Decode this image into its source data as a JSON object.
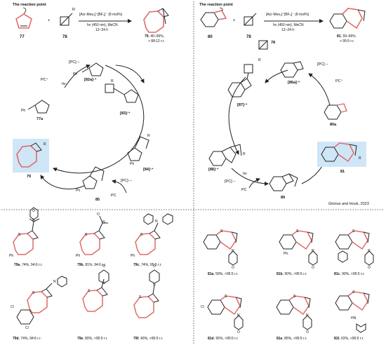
{
  "left_panel": {
    "header": "The reaction point",
    "reagent_r_label": "R",
    "compound_labels": {
      "start": "77",
      "bicyclo": "78",
      "product": "79"
    },
    "conditions": {
      "catalyst": "[Acr-Mes₂]⁺[BF₄]⁻ (8 mol%)",
      "light_solvent": "hv (450 nm), MeCN",
      "time": "12–24 h"
    },
    "yield_summary": {
      "id": "79",
      "text": ", 40–96%,",
      "rr": "> 88:12 r.r."
    },
    "cycle": {
      "pc_plus": "PC⁺",
      "hv": "hv",
      "pc_rad": "[PC]·−",
      "pc_rad2": "[PC]·−",
      "pc": "PC",
      "s77a": "77a",
      "i82a": "[82a]·⁺",
      "i83": "[83]·⁺",
      "i84": "[84]·⁺",
      "i85": "85",
      "p79": "79",
      "ph": "Ph",
      "ph2": "Ph",
      "ph3": "Ph",
      "ph4": "Ph",
      "r": "R",
      "r2": "R",
      "r3": "R"
    }
  },
  "right_panel": {
    "header": "The reaction point",
    "compound_labels": {
      "start": "80",
      "bicyclo": "78",
      "product": "81"
    },
    "conditions": {
      "catalyst": "[Acr-Mes₂]⁺[BF₄]⁻ (8 mol%)",
      "light_solvent": "hv (450 nm), MeCN",
      "time": "12–24 h"
    },
    "yield_summary": {
      "id": "81",
      "text": ", 59–96%",
      "rr": "> 95:5 r.r."
    },
    "cycle": {
      "pc_rad": "[PC]·−",
      "pc_plus": "PC⁺",
      "pc_rad2": "[PC]·−",
      "pc": "PC",
      "hv": "hv",
      "i86a": "[86a]·⁺",
      "s80a": "80a",
      "i87": "[87]·⁺",
      "i88": "[88]·⁺",
      "i89": "89",
      "p81": "81",
      "r78": "78",
      "r": "R",
      "r2": "R",
      "r3": "R"
    },
    "credit": "Glorius and Houk, 2023"
  },
  "products_left": [
    {
      "id": "79a",
      "rest": ", 74%, 94:6 r.r."
    },
    {
      "id": "79b",
      "rest": ", 81%, 94:6 r.r."
    },
    {
      "id": "79c",
      "rest": ", 74%, 95:5 r.r."
    },
    {
      "id": "79d",
      "rest": ", 74%, 94:6 r.r."
    },
    {
      "id": "79e",
      "rest": ", 80%, >95:5 r.r."
    },
    {
      "id": "79f",
      "rest": ", 40%, >95:5 r.r."
    }
  ],
  "products_right": [
    {
      "id": "81a",
      "rest": ", 59%, >95:5 r.r."
    },
    {
      "id": "81b",
      "rest": ", 90%, >95:5 r.r."
    },
    {
      "id": "81c",
      "rest": ", 90%, >95:5 r.r."
    },
    {
      "id": "81d",
      "rest": ", 95%, >95:5 r.r."
    },
    {
      "id": "81e",
      "rest": ", 85%, >95:5 r.r."
    },
    {
      "id": "81f",
      "rest": ", 63%, >95:5 r.r."
    }
  ],
  "atom_labels": {
    "S": "S",
    "O": "O",
    "N": "N",
    "Ph": "Ph",
    "Cl": "Cl",
    "HN": "HN"
  },
  "colors": {
    "highlight": "#e6a6a6",
    "box": "#cfe6f7",
    "arc": "#222222"
  }
}
